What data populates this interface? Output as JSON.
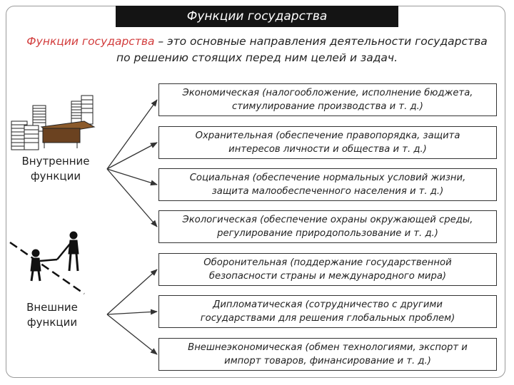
{
  "title": "Функции государства",
  "definition": {
    "term": "Функции государства",
    "text": " – это основные направления деятельности государства по решению стоящих перед ним целей и задач."
  },
  "internal_label": "Внутренние\nфункции",
  "external_label": "Внешние\nфункции",
  "functions": [
    {
      "text": "Экономическая (налогообложение, исполнение бюджета,\nстимулирование производства и т. д.)",
      "group": "internal"
    },
    {
      "text": "Охранительная (обеспечение правопорядка, защита\nинтересов личности и общества и т. д.)",
      "group": "internal"
    },
    {
      "text": "Социальная (обеспечение нормальных условий жизни,\nзащита малообеспеченного населения и т. д.)",
      "group": "internal"
    },
    {
      "text": "Экологическая (обеспечение охраны окружающей среды,\nрегулирование природопользование и т. д.)",
      "group": "internal"
    },
    {
      "text": "Оборонительная (поддержание государственной\nбезопасности страны и международного мира)",
      "group": "external"
    },
    {
      "text": "Дипломатическая (сотрудничество с другими\nгосударствами для решения глобальных проблем)",
      "group": "external"
    },
    {
      "text": "Внешнеэкономическая (обмен технологиями, экспорт и\nимпорт товаров, финансирование и т. д.)",
      "group": "external"
    }
  ],
  "colors": {
    "term": "#d23c3c",
    "title_bg": "#141414",
    "line": "#333333"
  },
  "icons": [
    "office-desk-papers-icon",
    "people-at-border-icon"
  ]
}
